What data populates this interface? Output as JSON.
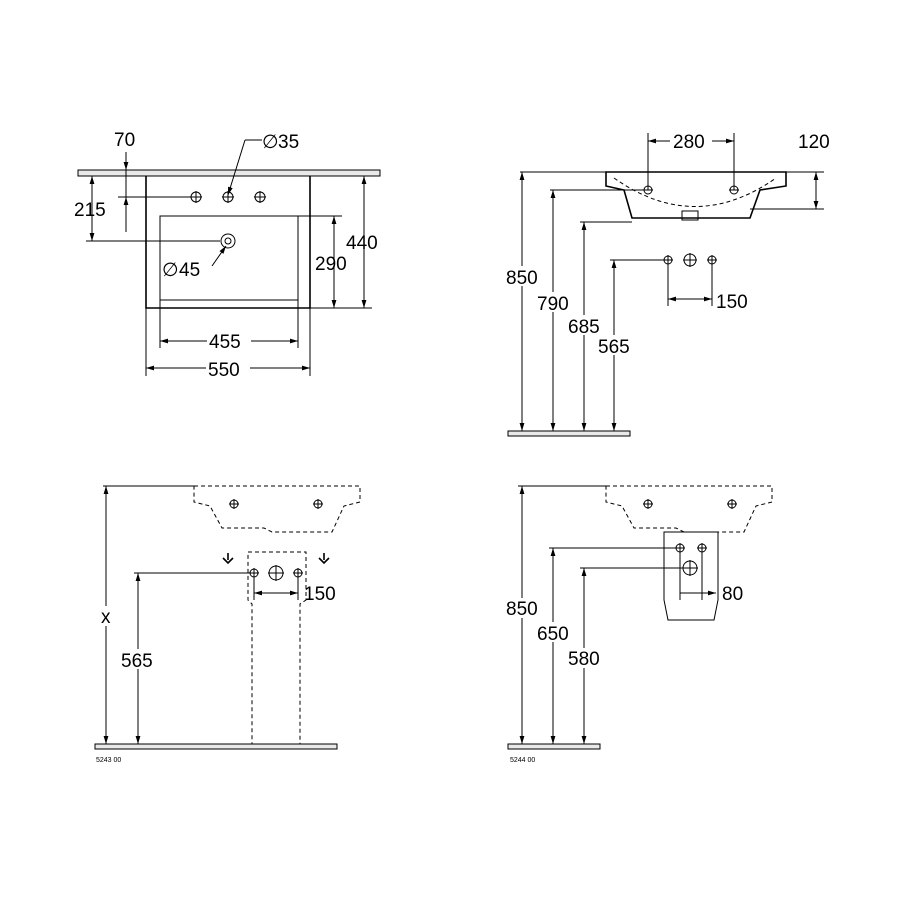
{
  "top_view": {
    "dims": {
      "d70": "70",
      "d35": "35",
      "d215": "215",
      "d45": "45",
      "d290": "290",
      "d440": "440",
      "d455": "455",
      "d550": "550"
    },
    "diameter_symbol": "∅"
  },
  "side_view": {
    "dims": {
      "d280": "280",
      "d120": "120",
      "d850": "850",
      "d790": "790",
      "d685": "685",
      "d565": "565",
      "d150": "150"
    }
  },
  "pedestal_view": {
    "dims": {
      "dx": "x",
      "d565": "565",
      "d150": "150"
    },
    "code": "5243 00"
  },
  "semi_pedestal_view": {
    "dims": {
      "d850": "850",
      "d650": "650",
      "d580": "580",
      "d80": "80"
    },
    "code": "5244 00"
  }
}
